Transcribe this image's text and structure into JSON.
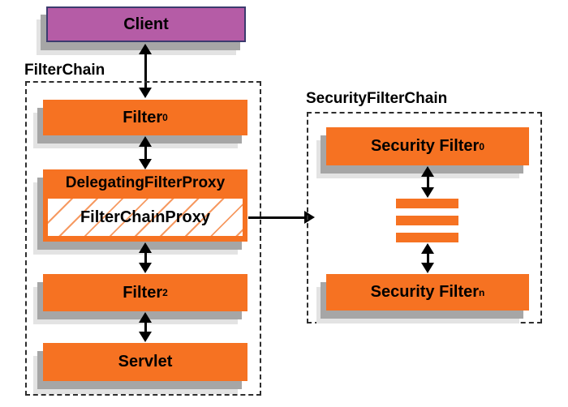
{
  "left_group": {
    "client_label": "Client",
    "group_label": "FilterChain",
    "filter0": {
      "text": "Filter",
      "sub": "0"
    },
    "delegating_filter_proxy_label": "DelegatingFilterProxy",
    "filter_chain_proxy_label": "FilterChainProxy",
    "filter2": {
      "text": "Filter",
      "sub": "2"
    },
    "servlet_label": "Servlet"
  },
  "right_group": {
    "group_label": "SecurityFilterChain",
    "security_filter0": {
      "text": "Security Filter",
      "sub": "0"
    },
    "security_filtern": {
      "text": "Security Filter",
      "sub": "n"
    },
    "stack_bar_count": "3"
  },
  "colors": {
    "node_orange": "#f67222",
    "client_purple": "#b55ca6",
    "client_border": "#3b3b6e",
    "hatch_orange": "#f69a62",
    "shadow_gray": "#a6a6a6",
    "dashed_border": "#2e2e2e",
    "arrow_black": "#000000"
  }
}
